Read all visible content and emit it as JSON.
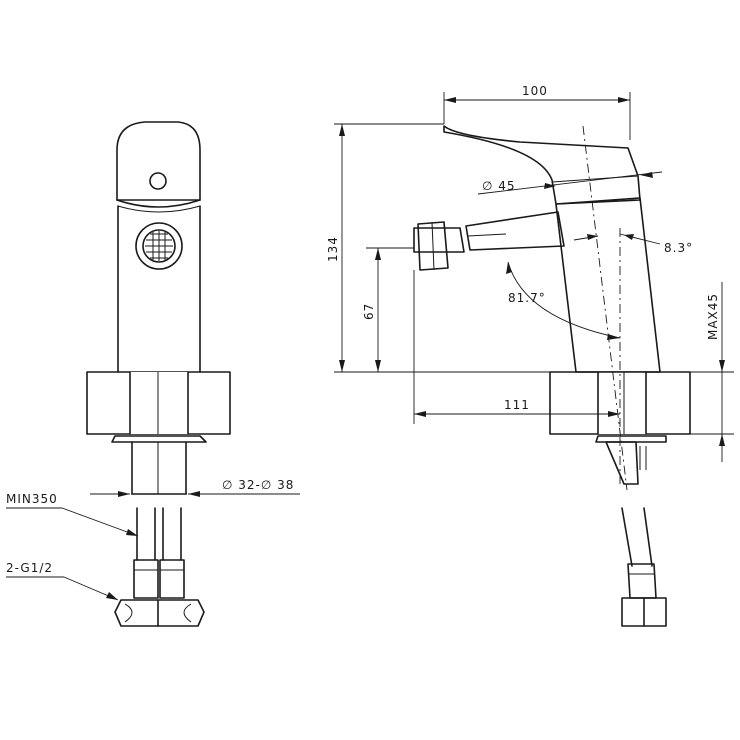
{
  "dimensions": {
    "width_top": "100",
    "height_total": "134",
    "spout_height": "67",
    "counter_max": "MAX45",
    "spout_reach": "111",
    "tap_diameter": "∅ 45",
    "spout_angle": "8.3°",
    "swivel_angle": "81.7°",
    "hole_diameter": "∅ 32-∅ 38",
    "hose_length": "MIN350",
    "thread": "2-G1/2"
  },
  "colors": {
    "stroke": "#1a1a1a",
    "background": "#ffffff"
  }
}
